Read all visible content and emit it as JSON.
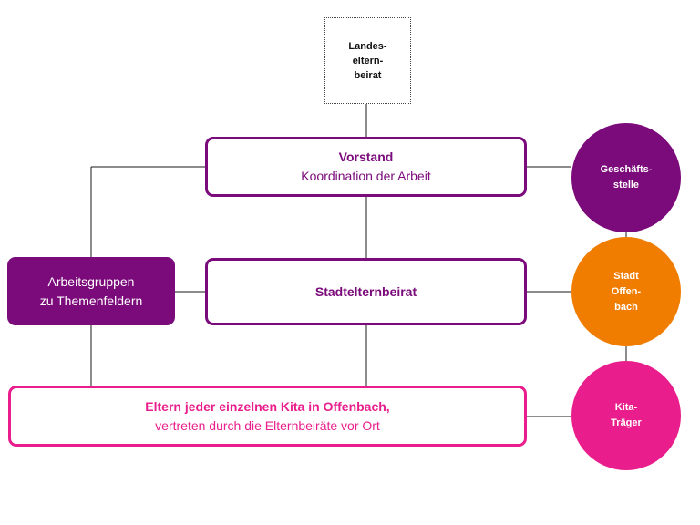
{
  "landes": {
    "lines": [
      "Landes-",
      "eltern-",
      "beirat"
    ]
  },
  "vorstand": {
    "title": "Vorstand",
    "subtitle": "Koordination der Arbeit"
  },
  "stadtelternbeirat": {
    "title": "Stadtelternbeirat"
  },
  "arbeitsgruppen": {
    "lines": [
      "Arbeitsgruppen",
      "zu Themenfeldern"
    ]
  },
  "eltern": {
    "title": "Eltern jeder einzelnen Kita in Offenbach,",
    "subtitle": "vertreten durch die Elternbeiräte vor Ort"
  },
  "geschaeftsstelle": {
    "lines": [
      "Geschäfts-",
      "stelle"
    ]
  },
  "stadt_offenbach": {
    "lines": [
      "Stadt",
      "Offen-",
      "bach"
    ]
  },
  "kita_traeger": {
    "lines": [
      "Kita-",
      "Träger"
    ]
  },
  "colors": {
    "purple": "#7b0a7b",
    "orange": "#f07d00",
    "pink": "#e91e8c",
    "connector": "#1a1a1a"
  }
}
